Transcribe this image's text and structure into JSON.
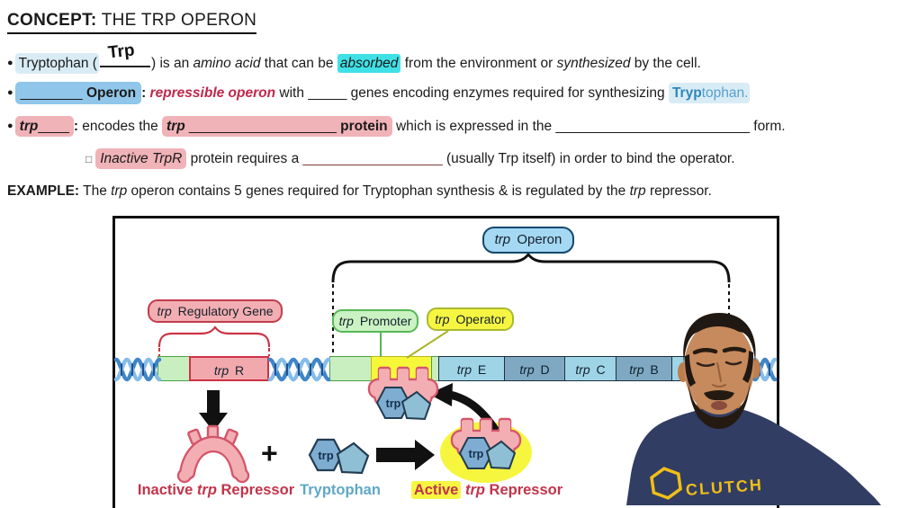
{
  "header": {
    "concept": "CONCEPT:",
    "title": " THE TRP OPERON"
  },
  "b1": {
    "bullet": "●",
    "hl_lead": "Tryptophan (",
    "handwritten": "Trp",
    "close_paren": ")",
    "seg2": " is an ",
    "amino": "amino acid",
    "seg3": " that can be ",
    "absorbed": "absorbed",
    "seg4": " from the environment or ",
    "synthesized": "synthesized",
    "seg5": " by the cell."
  },
  "b2": {
    "bullet": "●",
    "blank": "________ ",
    "operon": "Operon",
    "colon": ": ",
    "repressible": "repressible operon",
    "seg1": " with _____ genes encoding enzymes required for synthesizing ",
    "tryp_bold": "Tryp",
    "tryp_rest": "tophan."
  },
  "b3": {
    "bullet": "●",
    "trp1": "trp",
    "blank1": "____",
    "colon": ": ",
    "seg1": "encodes the ",
    "trp2": "trp",
    "blank2": " ___________________ ",
    "protein": "protein",
    "seg2": " which is expressed in the _________________________ form."
  },
  "sub": {
    "bullet": "□",
    "inactive": "Inactive TrpR",
    "seg1": " protein requires a ",
    "blank": "__________________",
    "seg2": " (usually Trp itself) in order to bind the operator."
  },
  "example": {
    "label": "EXAMPLE:",
    "seg1": " The ",
    "trp1": "trp",
    "seg2": " operon contains 5 genes required for Tryptophan synthesis & is regulated by the ",
    "trp2": "trp",
    "seg3": " repressor."
  },
  "diagram": {
    "operon_label": {
      "i": "trp",
      "t": " Operon"
    },
    "regulatory_label": {
      "i": "trp",
      "t": " Regulatory Gene"
    },
    "promoter_label": {
      "i": "trp",
      "t": " Promoter"
    },
    "operator_label": {
      "i": "trp",
      "t": " Operator"
    },
    "genes": [
      {
        "i": "trp",
        "t": " R"
      },
      {
        "i": "trp",
        "t": " E"
      },
      {
        "i": "trp",
        "t": " D"
      },
      {
        "i": "trp",
        "t": " C"
      },
      {
        "i": "trp",
        "t": " B"
      }
    ],
    "trp_tag": "trp",
    "plus": "+",
    "inactive_label": {
      "pre": "Inactive ",
      "i": "trp",
      "post": " Repressor"
    },
    "tryptophan_label": "Tryptophan",
    "active_label": {
      "hl": "Active",
      "i": " trp",
      "post": " Repressor"
    }
  },
  "person": {
    "shirt_text": "CLUTCH"
  },
  "colors": {
    "cyan_highlight": "#3FE1E6",
    "pale_blue_highlight": "#D9ECF6",
    "blue_highlight": "#90C6E9",
    "pink_highlight": "#F0B3B8",
    "crimson_text": "#C0274A",
    "blue_text": "#3E93C6",
    "label_pink": "#F2AEB2",
    "label_green": "#CBF2C2",
    "label_yellow": "#F6F642",
    "label_blue": "#A5D8F2",
    "gene_light_blue": "#9FD4E6",
    "gene_slate_blue": "#7FA9C2",
    "dna_blue": "#3E86C8",
    "shirt_navy": "#323D63",
    "logo_yellow": "#F0BF17"
  }
}
